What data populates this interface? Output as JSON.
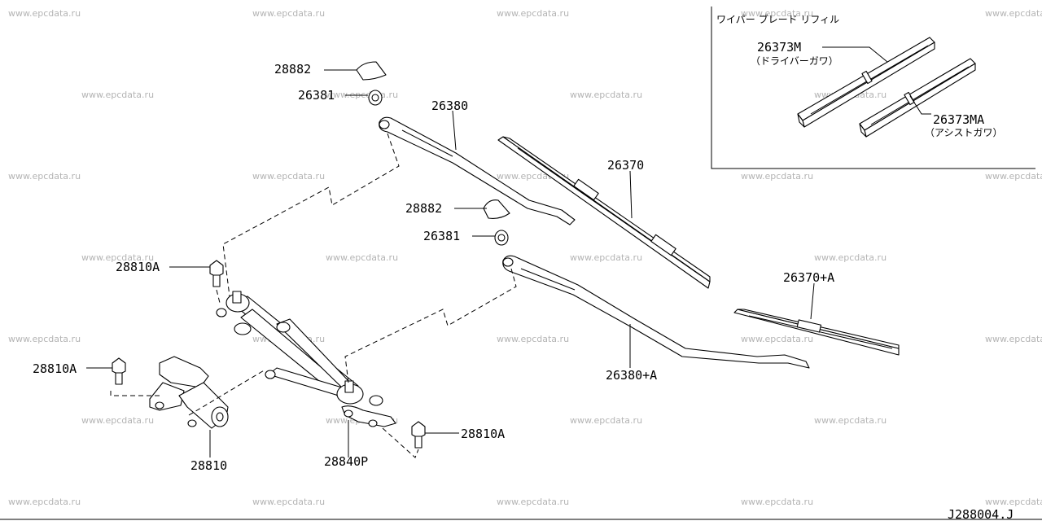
{
  "watermark": "www.epcdata.ru",
  "diagram_code": "J288004.J",
  "inset": {
    "title": "ワイパー ブレード リフィル",
    "refills": [
      {
        "part_number": "26373M",
        "note": "（ドライバーガワ）"
      },
      {
        "part_number": "26373MA",
        "note": "（アシストガワ）"
      }
    ]
  },
  "callouts": {
    "cap_upper": "28882",
    "nut_upper": "26381",
    "arm_driver": "26380",
    "blade_driver": "26370",
    "cap_lower": "28882",
    "nut_lower": "26381",
    "bolt_linkage_left": "28810A",
    "bolt_motor": "28810A",
    "motor": "28810",
    "linkage": "28840P",
    "bolt_linkage_right": "28810A",
    "arm_assist": "26380+A",
    "blade_assist": "26370+A"
  }
}
